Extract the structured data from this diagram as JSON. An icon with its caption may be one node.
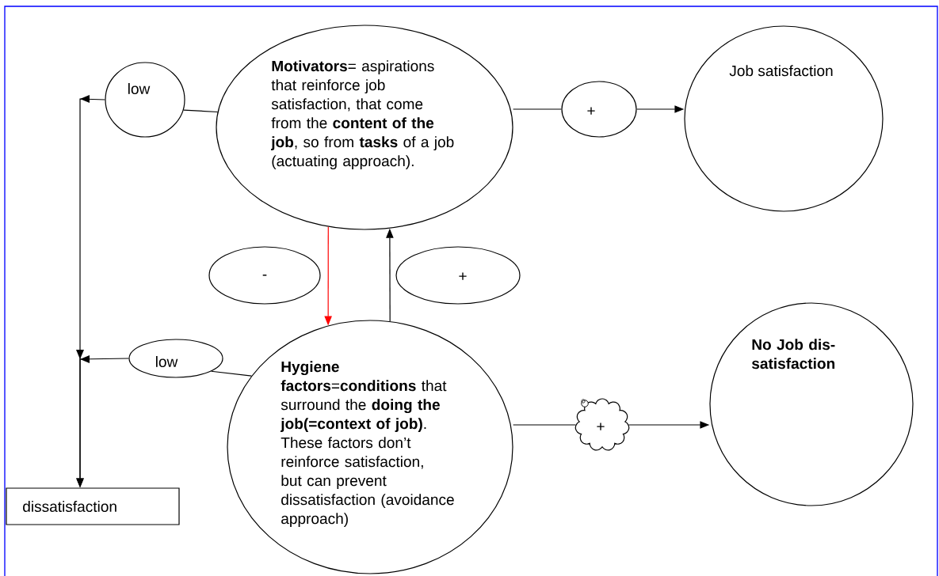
{
  "diagram": {
    "nodes": [
      {
        "text": [
          "**Motivators**= aspirations that reinforce job satisfaction, that come from the **content of the job**, so from **tasks** of a job (actuating approach)."
        ]
      },
      {
        "text": [
          "low"
        ]
      },
      {
        "text": [
          "+"
        ]
      },
      {
        "text": [
          "Job satisfaction"
        ]
      },
      {
        "text": [
          "-"
        ]
      },
      {
        "text": [
          "+"
        ]
      },
      {
        "text": [
          "**Hygiene factors**=**conditions** that surround the **doing the job(=context of job)**. These factors don’t reinforce satisfaction, but can prevent dissatisfaction (avoidance approach)"
        ]
      },
      {
        "text": [
          "low"
        ]
      },
      {
        "text": [
          "+"
        ]
      },
      {
        "text": [
          "No Job dis-satisfaction"
        ]
      },
      {
        "text": [
          "dissatisfaction"
        ]
      }
    ],
    "edges": [
      {
        "from": 0,
        "to": 1,
        "arrow": "none"
      },
      {
        "from": 1,
        "to": 10,
        "arrow": "to"
      },
      {
        "from": 7,
        "to": 10,
        "arrow": "to"
      },
      {
        "from": 6,
        "to": 7,
        "arrow": "none"
      },
      {
        "from": 0,
        "to": 2,
        "arrow": "none"
      },
      {
        "from": 2,
        "to": 3,
        "arrow": "to"
      },
      {
        "from": 0,
        "to": 6,
        "arrow": "to",
        "color": "#ff0000"
      },
      {
        "from": 6,
        "to": 0,
        "arrow": "to"
      },
      {
        "from": 6,
        "to": 8,
        "arrow": "none"
      },
      {
        "from": 8,
        "to": 9,
        "arrow": "to"
      }
    ]
  }
}
